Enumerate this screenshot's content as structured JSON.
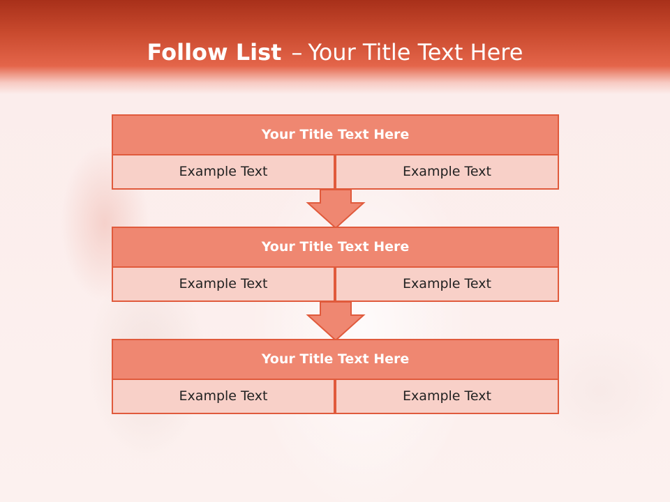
{
  "title": {
    "bold": "Follow List",
    "separator": "–",
    "rest": "Your Title Text Here"
  },
  "blocks": [
    {
      "title": "Your Title Text Here",
      "left": "Example Text",
      "right": "Example Text"
    },
    {
      "title": "Your Title Text Here",
      "left": "Example Text",
      "right": "Example Text"
    },
    {
      "title": "Your Title Text Here",
      "left": "Example Text",
      "right": "Example Text"
    }
  ],
  "colors": {
    "header": "#c94a2e",
    "title_fill": "#ef8771",
    "cell_fill": "#f8d0c8",
    "border": "#e05a3c"
  }
}
